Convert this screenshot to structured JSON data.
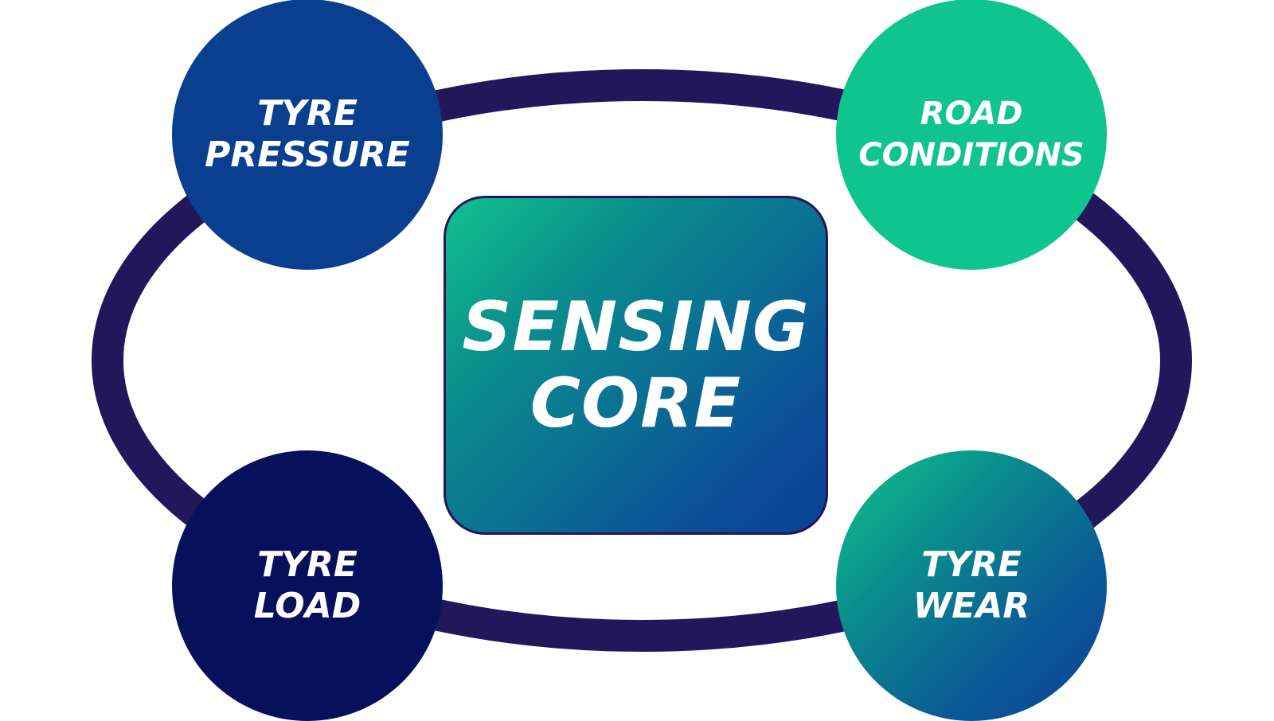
{
  "diagram": {
    "center": {
      "lines": [
        "SENSING",
        "CORE"
      ]
    },
    "nodes": [
      {
        "id": "tyre-pressure",
        "lines": [
          "TYRE",
          "PRESSURE"
        ],
        "color": "#0a3f8f"
      },
      {
        "id": "road-conditions",
        "lines": [
          "ROAD",
          "CONDITIONS"
        ],
        "color": "#10c48d"
      },
      {
        "id": "tyre-load",
        "lines": [
          "TYRE",
          "LOAD"
        ],
        "color": "#07105a"
      },
      {
        "id": "tyre-wear",
        "lines": [
          "TYRE",
          "WEAR"
        ],
        "color": "#0a3f95"
      }
    ],
    "colors": {
      "ring": "#22175a",
      "text": "#ffffff",
      "core_gradient_start": "#10c28e",
      "core_gradient_end": "#0a4095"
    }
  }
}
